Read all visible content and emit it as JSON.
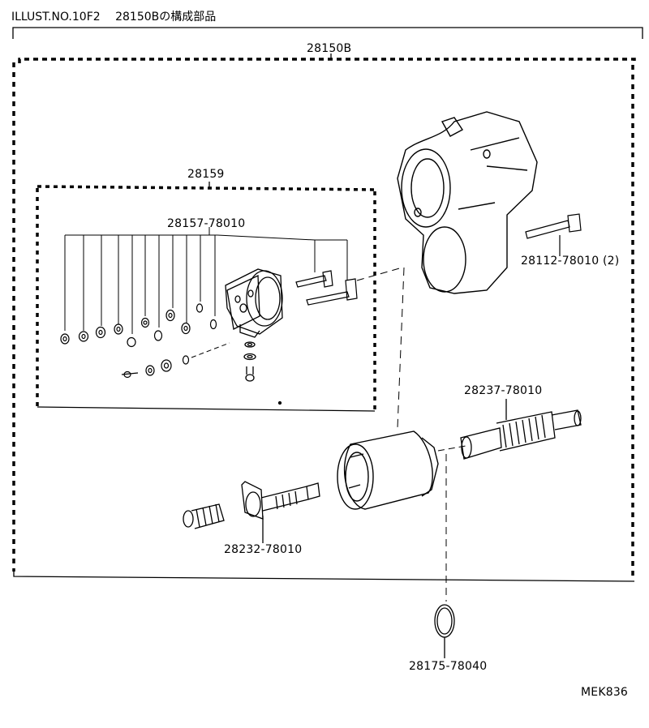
{
  "header": {
    "illust_no": "ILLUST.NO.10F2",
    "assembly_caption": "28150Bの構成部品"
  },
  "labels": {
    "main_assembly": "28150B",
    "sub_assembly": "28159",
    "contact_kit": "28157-78010",
    "through_bolt": "28112-78010 (2)",
    "plunger": "28237-78010",
    "contact_plate": "28232-78010",
    "o_ring": "28175-78040",
    "figure_code": "MEK836"
  },
  "colors": {
    "ink": "#000000",
    "paper": "#ffffff"
  }
}
